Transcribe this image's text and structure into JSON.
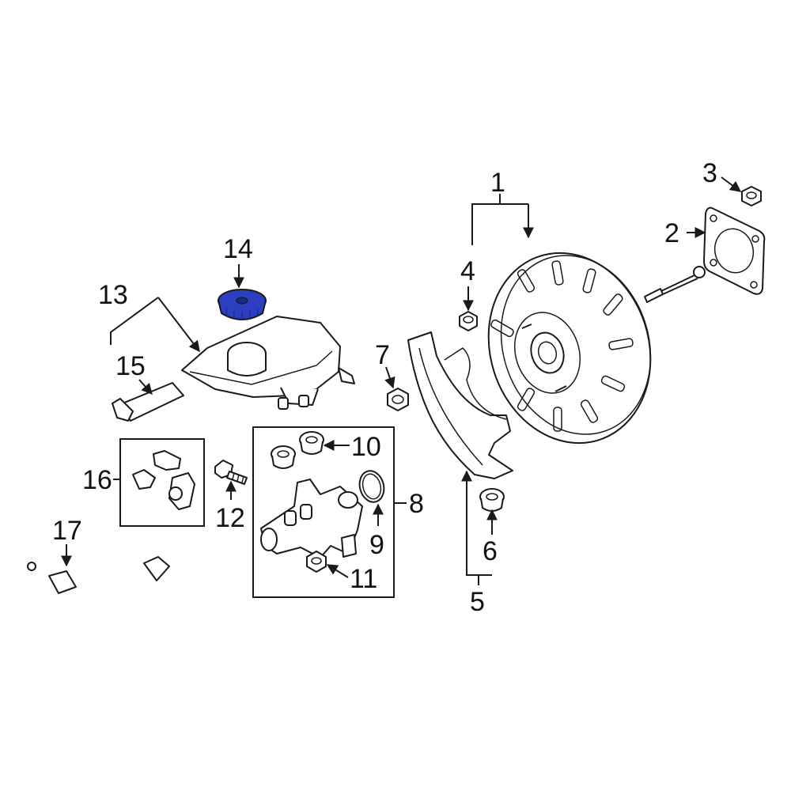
{
  "callouts": {
    "c1": "1",
    "c2": "2",
    "c3": "3",
    "c4": "4",
    "c5": "5",
    "c6": "6",
    "c7": "7",
    "c8": "8",
    "c9": "9",
    "c10": "10",
    "c11": "11",
    "c12": "12",
    "c13": "13",
    "c14": "14",
    "c15": "15",
    "c16": "16",
    "c17": "17"
  },
  "colors": {
    "highlight_part": "#2b3fbf",
    "line": "#1a1a1a",
    "background": "#ffffff"
  },
  "highlighted_part": "14"
}
